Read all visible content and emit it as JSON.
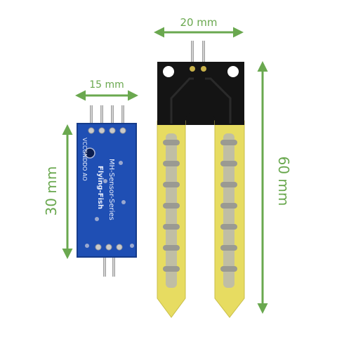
{
  "dimensions": {
    "width_top": "20 mm",
    "height_probe": "60 mm",
    "width_module": "15 mm",
    "height_module": "30 mm"
  },
  "module": {
    "pin_labels": "VCCGNDDO AO",
    "series_label": "MH-Sensor-Series",
    "brand_label": "Flying-Fish"
  },
  "colors": {
    "dimension_green": "#6aa84f",
    "pcb_blue": "#1f4fb4",
    "probe_gold": "#e7dc61",
    "probe_black": "#141414"
  }
}
